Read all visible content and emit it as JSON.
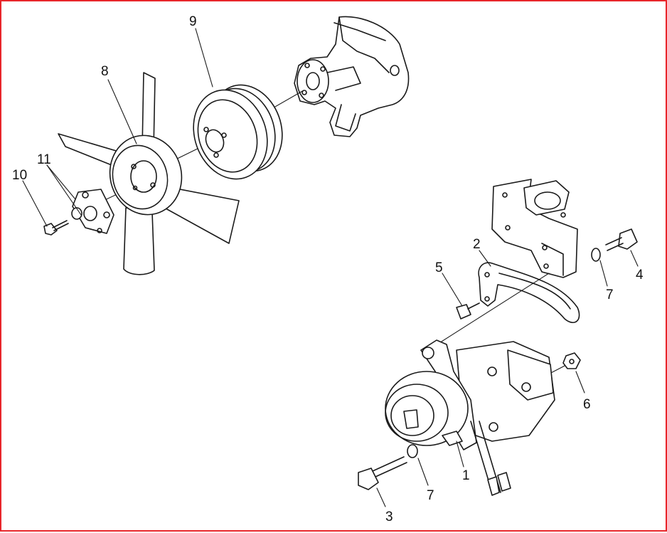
{
  "border_color": "#e8262b",
  "part_labels": [
    "1",
    "2",
    "3",
    "4",
    "5",
    "6",
    "7",
    "7",
    "8",
    "9",
    "10",
    "11"
  ]
}
